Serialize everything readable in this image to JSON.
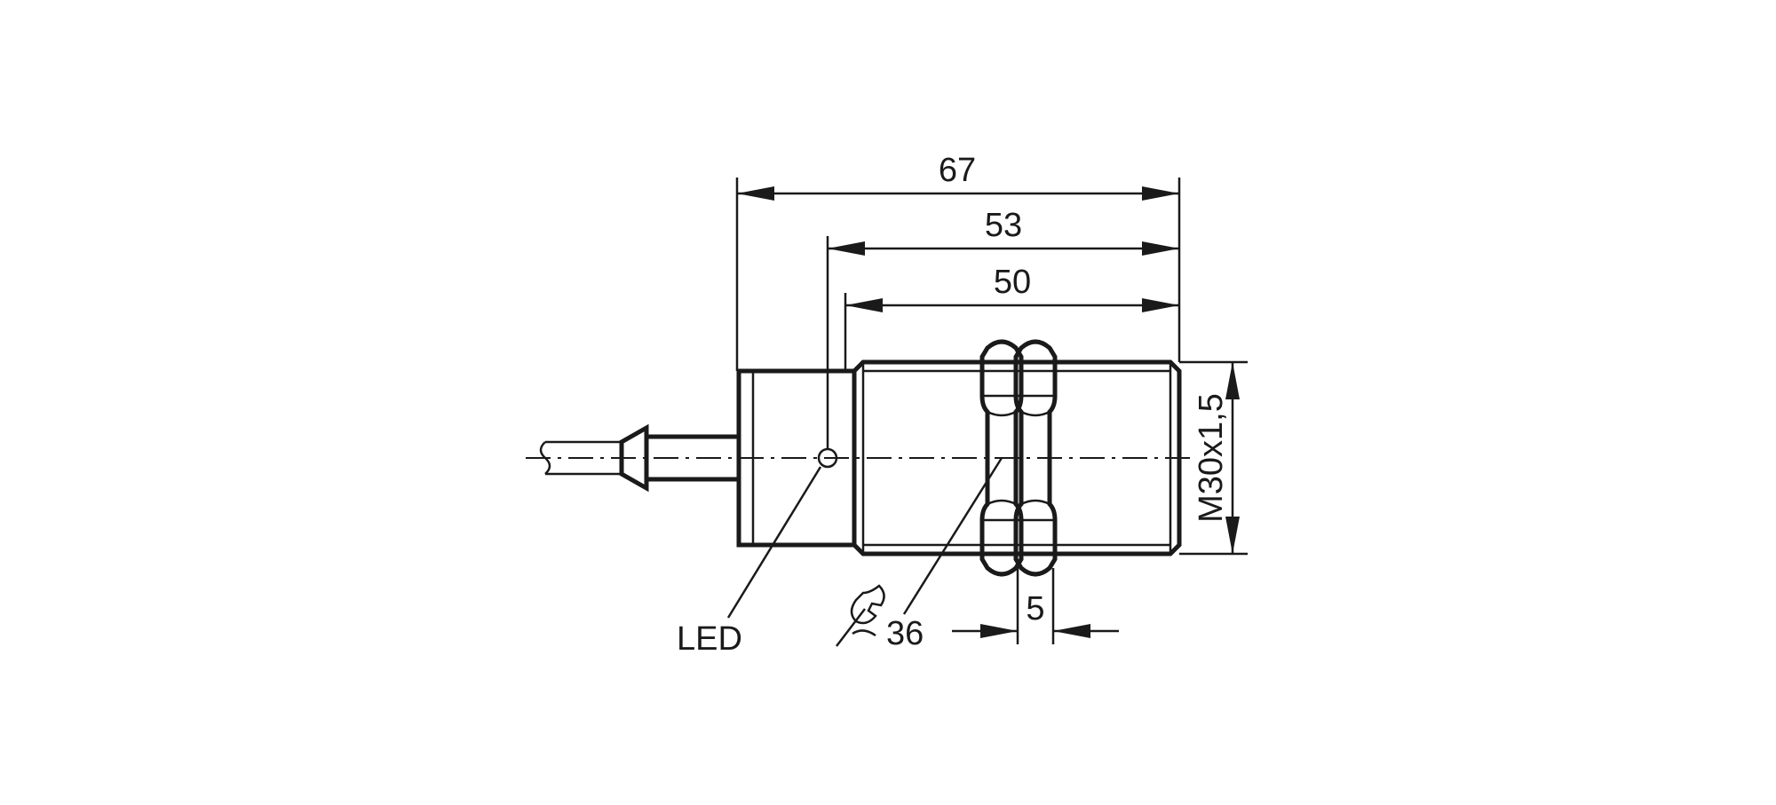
{
  "dimensions": {
    "overall_length": "67",
    "length_from_led": "53",
    "thread_length": "50",
    "nut_width": "5",
    "thread_size": "M30x1,5",
    "wrench_size": "36"
  },
  "labels": {
    "led": "LED"
  },
  "icons": {
    "wrench": "wrench-icon"
  },
  "colors": {
    "line": "#1a1a1a",
    "background": "#ffffff"
  }
}
